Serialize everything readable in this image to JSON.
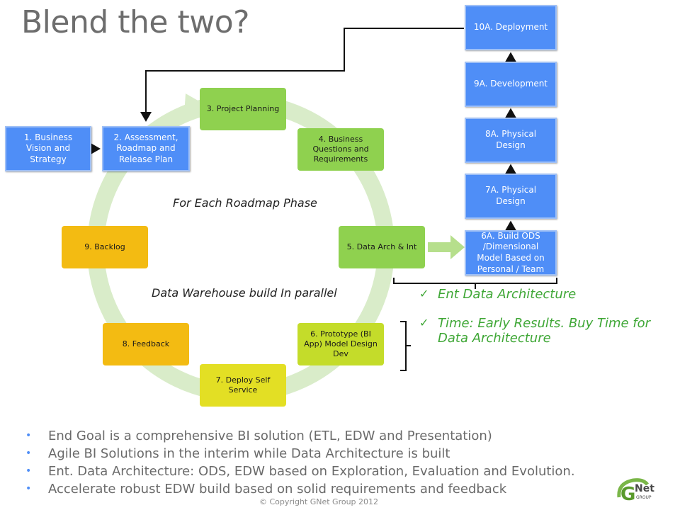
{
  "title": "Blend the two?",
  "cycle": {
    "label_roadmap": "For Each Roadmap Phase",
    "label_parallel": "Data Warehouse  build In parallel",
    "steps": [
      {
        "id": "s1",
        "label": "1. Business Vision and Strategy"
      },
      {
        "id": "s2",
        "label": "2. Assessment, Roadmap and Release  Plan"
      },
      {
        "id": "s3",
        "label": "3. Project Planning"
      },
      {
        "id": "s4",
        "label": "4. Business Questions and Requirements"
      },
      {
        "id": "s5",
        "label": "5. Data Arch &  Int"
      },
      {
        "id": "s6",
        "label": "6. Prototype (BI App) Model Design Dev"
      },
      {
        "id": "s7",
        "label": "7. Deploy Self Service"
      },
      {
        "id": "s8",
        "label": "8. Feedback"
      },
      {
        "id": "s9",
        "label": "9. Backlog"
      }
    ]
  },
  "dw_steps": [
    {
      "id": "d10",
      "label": "10A. Deployment"
    },
    {
      "id": "d9",
      "label": "9A. Development"
    },
    {
      "id": "d8",
      "label": "8A. Physical Design"
    },
    {
      "id": "d7",
      "label": "7A. Physical Design"
    },
    {
      "id": "d6",
      "label": "6A. Build ODS /Dimensional Model Based on Personal / Team"
    }
  ],
  "notes": [
    "Ent Data Architecture",
    "Time: Early Results. Buy Time for Data Architecture"
  ],
  "bullets": [
    "End Goal is a comprehensive BI solution (ETL, EDW and Presentation)",
    "Agile BI Solutions in the interim while Data Architecture is built",
    "Ent. Data Architecture: ODS, EDW based on Exploration, Evaluation and Evolution.",
    "Accelerate robust EDW build based on solid requirements and feedback"
  ],
  "copyright": "© Copyright GNet Group 2012",
  "logo": {
    "text": "Net",
    "sub": "GROUP",
    "letter": "G"
  },
  "colors": {
    "cycle_ring": "#d9ecc9",
    "blue": "#4f8ef7",
    "check_green": "#3fa736",
    "arrow_green": "#b6df8c"
  }
}
